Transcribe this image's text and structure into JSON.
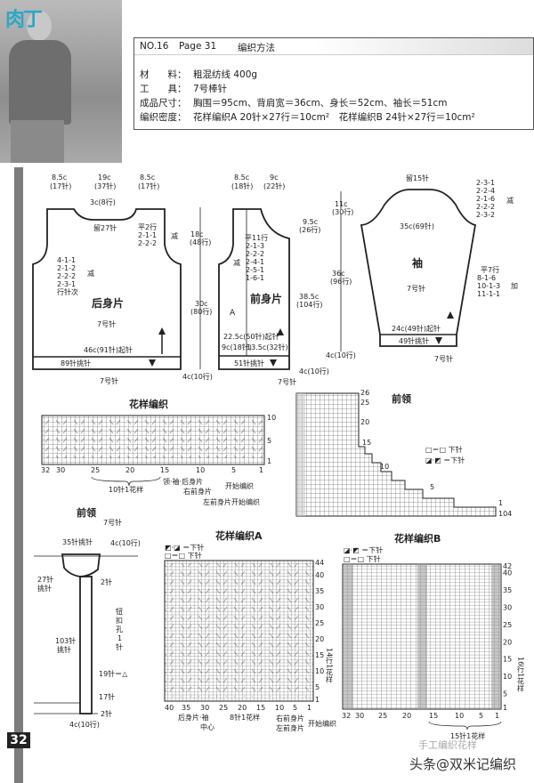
{
  "photo": {
    "watermark": "肉丁"
  },
  "header": {
    "no": "NO.16",
    "page": "Page 31",
    "title": "编织方法",
    "specs": [
      {
        "label": "材　　料：",
        "value": "粗混纺线 400g"
      },
      {
        "label": "工　　具：",
        "value": "7号棒针"
      },
      {
        "label": "成品尺寸：",
        "value": "胸围＝95cm、背肩宽＝36cm、身长＝52cm、袖长＝51cm"
      },
      {
        "label": "编织密度：",
        "value": "花样编织A 20针×27行＝10cm²　花样编织B 24针×27行＝10cm²"
      }
    ]
  },
  "back": {
    "w1": "8.5c",
    "w1s": "(17针)",
    "w2": "19c",
    "w2s": "(37针)",
    "w3": "8.5c",
    "w3s": "(17针)",
    "neck_depth": "3c(8行)",
    "neck_bind": "留27针",
    "shoulder": [
      "平2行",
      "2-1-1",
      "2-2-2"
    ],
    "shoulder_dec": "减",
    "armhole": [
      "4-1-1",
      "2-1-2",
      "2-2-2",
      "2-3-1",
      "行针次"
    ],
    "armhole_dec": "减",
    "name": "后身片",
    "needle": "7号针",
    "cast_on": "46c(91针)起针",
    "pickup": "89针挑针",
    "rib_needle": "7号针",
    "h1": "18c",
    "h1s": "(48行)",
    "h2": "30c",
    "h2s": "(80行)",
    "rib": "4c(10行)"
  },
  "front": {
    "w1": "8.5c",
    "w1s": "(18针)",
    "w2": "9c",
    "w2s": "(22针)",
    "h1": "9.5c",
    "h1s": "(26行)",
    "h2": "38.5c",
    "h2s": "(104行)",
    "neck": [
      "平11行",
      "2-1-3",
      "2-2-2",
      "2-4-1",
      "2-5-1",
      "1-6-1"
    ],
    "neck_dec": "减",
    "mark": "A",
    "name": "前身片",
    "cast_on": "22.5c(50针)起针",
    "part1": "9c(18针)",
    "part2": "13.5c(32针)",
    "pickup": "51针挑针",
    "rib_needle": "7号针",
    "rib": "4c(10行)"
  },
  "sleeve": {
    "h1": "11c",
    "h1s": "(30行)",
    "h2": "36c",
    "h2s": "(96行)",
    "rib": "4c(10行)",
    "cap_bind": "留15针",
    "cap": [
      "2-3-1",
      "2-2-4",
      "2-1-6",
      "2-2-2",
      "2-3-2"
    ],
    "cap_dec": "减",
    "width": "35c(69针)",
    "name": "袖",
    "needle": "7号针",
    "inc": [
      "平7行",
      "8-1-6",
      "10-1-3",
      "11-1-1"
    ],
    "inc_label": "加",
    "cast_on": "24c(49针)起针",
    "pickup": "49针挑针",
    "rib_needle": "7号针"
  },
  "chart_pattern": {
    "title": "花样编织",
    "rows": [
      "10",
      "5",
      "1"
    ],
    "cols": [
      "32",
      "30",
      "25",
      "20",
      "15",
      "10",
      "5",
      "1"
    ],
    "repeat": "10针1花样",
    "start1a": "领·袖·后身片",
    "start1b": "右前身片",
    "start1": "开始编织",
    "start2": "左前身片开始编织"
  },
  "chart_neck": {
    "title": "前领",
    "rows": [
      "26",
      "25",
      "20",
      "15",
      "10",
      "5",
      "1",
      "104"
    ],
    "legend1": "□＝□ 下针",
    "legend2": "◪·◩ ＝下针"
  },
  "band": {
    "title": "前领",
    "top_pickup": "35针挑针",
    "top_rib": "4c(10行)",
    "neck_pickup": "27针",
    "neck_pickup2": "挑针",
    "top_st": "2针",
    "buttonhole": [
      "钮",
      "扣",
      "孔",
      "1",
      "针"
    ],
    "front_pickup": "103针",
    "front_pickup2": "挑针",
    "spacing": "19针＝△",
    "bottom_sp": "17针",
    "bottom_st": "2针",
    "bottom_rib": "4c(10行)"
  },
  "chart_a": {
    "title": "花样编织A",
    "legend1": "◩·◪ ＝下针",
    "legend2": "□＝□ 下针",
    "rows": [
      "44",
      "40",
      "35",
      "30",
      "25",
      "20",
      "15",
      "10",
      "5",
      "1"
    ],
    "cols": [
      "40",
      "35",
      "30",
      "25",
      "20",
      "15",
      "10",
      "5",
      "1"
    ],
    "repeat_rows": "14行1花样",
    "center": "后身片·袖",
    "center2": "中心",
    "repeat": "8针1花样",
    "start_a": "右前身片",
    "start_b": "左前身片",
    "start": "开始编织"
  },
  "chart_b": {
    "title": "花样编织B",
    "legend1": "◪·◩ ＝下针",
    "legend2": "□＝□ 下针",
    "rows": [
      "42",
      "40",
      "35",
      "30",
      "25",
      "20",
      "15",
      "10",
      "5",
      "1"
    ],
    "cols": [
      "32",
      "30",
      "25",
      "20",
      "15",
      "10",
      "5",
      "1"
    ],
    "repeat_rows": "16行1花样",
    "repeat": "15针1花样"
  },
  "footer": {
    "page_number": "32",
    "watermark": "头条@双米记编织",
    "watermark_faint": "手工编织花样"
  }
}
